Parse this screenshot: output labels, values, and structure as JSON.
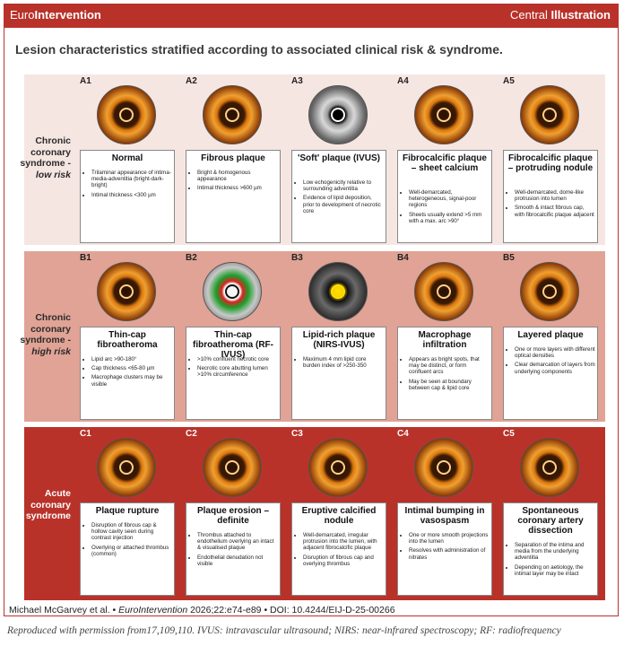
{
  "header": {
    "brand_prefix": "Euro",
    "brand_suffix": "Intervention",
    "section_prefix": "Central ",
    "section_suffix": "Illustration"
  },
  "headline": "Lesion characteristics stratified according to associated clinical risk & syndrome.",
  "rows": [
    {
      "label_line1": "Chronic",
      "label_line2": "coronary",
      "label_line3": "syndrome -",
      "label_line4": "low risk",
      "panels": [
        {
          "id": "A1",
          "title": "Normal",
          "bullets": [
            "Trilaminar appearance of intima-media-adventitia (bright-dark-bright)",
            "Intimal thickness <300 µm"
          ]
        },
        {
          "id": "A2",
          "title": "Fibrous plaque",
          "bullets": [
            "Bright & homogenous appearance",
            "Intimal thickness >600 µm"
          ]
        },
        {
          "id": "A3",
          "title": "'Soft' plaque (IVUS)",
          "bullets": [
            "Low echogenicity relative to surrounding adventitia",
            "Evidence of lipid deposition, prior to development of necrotic core"
          ]
        },
        {
          "id": "A4",
          "title": "Fibrocalcific plaque – sheet calcium",
          "bullets": [
            "Well-demarcated, heterogeneous, signal-poor regions",
            "Sheets usually extend >5 mm with a max. arc >90°"
          ]
        },
        {
          "id": "A5",
          "title": "Fibrocalcific plaque – protruding nodule",
          "bullets": [
            "Well-demarcated, dome-like protrusion into lumen",
            "Smooth & intact fibrous cap, with fibrocalcific plaque adjacent"
          ]
        }
      ]
    },
    {
      "label_line1": "Chronic",
      "label_line2": "coronary",
      "label_line3": "syndrome -",
      "label_line4": "high risk",
      "panels": [
        {
          "id": "B1",
          "title": "Thin-cap fibroatheroma",
          "bullets": [
            "Lipid arc >90-180°",
            "Cap thickness <65-80 µm",
            "Macrophage clusters may be visible"
          ]
        },
        {
          "id": "B2",
          "title": "Thin-cap fibroatheroma (RF-IVUS)",
          "bullets": [
            ">10% confluent necrotic core",
            "Necrotic core abutting lumen >10% circumference"
          ]
        },
        {
          "id": "B3",
          "title": "Lipid-rich plaque (NIRS-IVUS)",
          "bullets": [
            "Maximum 4 mm lipid core burden index of >250-350"
          ]
        },
        {
          "id": "B4",
          "title": "Macrophage infiltration",
          "bullets": [
            "Appears as bright spots, that may be distinct, or form confluent arcs",
            "May be seen at boundary between cap & lipid core"
          ]
        },
        {
          "id": "B5",
          "title": "Layered plaque",
          "bullets": [
            "One or more layers with different optical densities",
            "Clear demarcation of layers from underlying components"
          ]
        }
      ]
    },
    {
      "label_line1": "Acute",
      "label_line2": "coronary",
      "label_line3": "syndrome",
      "label_line4": "",
      "panels": [
        {
          "id": "C1",
          "title": "Plaque rupture",
          "bullets": [
            "Disruption of fibrous cap & hollow cavity seen during contrast injection",
            "Overlying or attached thrombus (common)"
          ]
        },
        {
          "id": "C2",
          "title": "Plaque erosion – definite",
          "bullets": [
            "Thrombus attached to endothelium overlying an intact & visualised plaque",
            "Endothelial denudation not visible"
          ]
        },
        {
          "id": "C3",
          "title": "Eruptive calcified nodule",
          "bullets": [
            "Well-demarcated, irregular protrusion into the lumen, with adjacent fibrocalcific plaque",
            "Disruption of fibrous cap and overlying thrombus"
          ]
        },
        {
          "id": "C4",
          "title": "Intimal bumping in vasospasm",
          "bullets": [
            "One or more smooth projections into the lumen",
            "Resolves with administration of nitrates"
          ]
        },
        {
          "id": "C5",
          "title": "Spontaneous coronary artery dissection",
          "bullets": [
            "Separation of the intima and media from the underlying adventitia",
            "Depending on aetiology, the intimal layer may be intact"
          ]
        }
      ]
    }
  ],
  "footer": {
    "authors": "Michael McGarvey et al.",
    "journal": "EuroIntervention",
    "details": " 2026;22:e74-e89 • DOI: 10.4244/EIJ-D-25-00266",
    "reproduced": "Reproduced with permission from17,109,110. IVUS: intravascular ultrasound; NIRS: near-infrared spectroscopy; RF: radiofrequency"
  }
}
